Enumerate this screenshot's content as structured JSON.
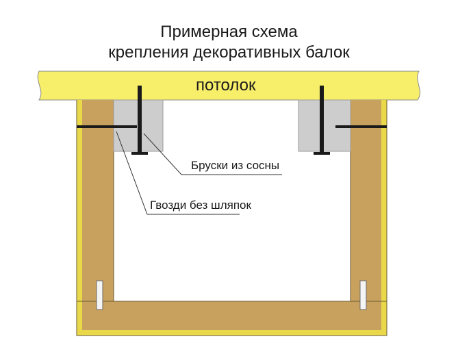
{
  "title": {
    "line1": "Примерная схема",
    "line2": "крепления декоративных балок"
  },
  "labels": {
    "ceiling": "потолок",
    "blocks": "Бруски из сосны",
    "nails": "Гвозди без шляпок"
  },
  "colors": {
    "ceiling_fill": "#f7ee6a",
    "beam_wood": "#c8a15e",
    "beam_edge": "#e8d84a",
    "pine_block": "#cdcdcd",
    "nail": "#1a1a1a"
  }
}
